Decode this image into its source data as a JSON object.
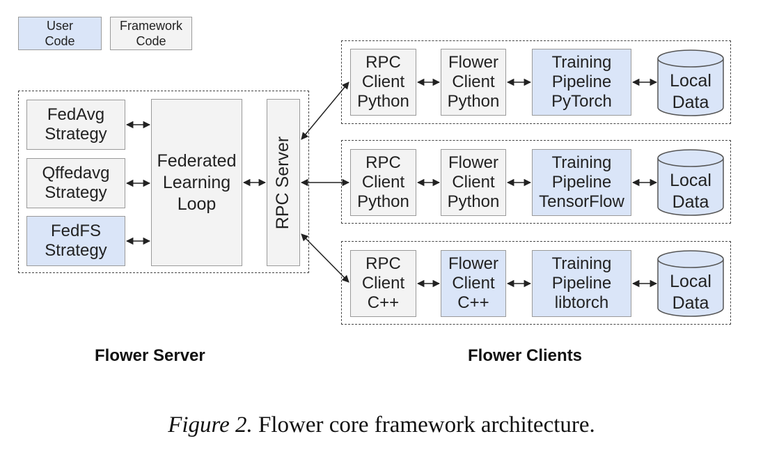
{
  "legend": {
    "user_code": "User\nCode",
    "framework_code": "Framework\nCode"
  },
  "colors": {
    "user_code_fill": "#dae5f8",
    "framework_code_fill": "#f3f3f3",
    "border": "#9a9a9a"
  },
  "server": {
    "strategies": [
      {
        "label": "FedAvg\nStrategy",
        "kind": "framework"
      },
      {
        "label": "Qffedavg\nStrategy",
        "kind": "framework"
      },
      {
        "label": "FedFS\nStrategy",
        "kind": "user"
      }
    ],
    "loop": "Federated\nLearning\nLoop",
    "rpc_server": "RPC Server",
    "caption": "Flower Server"
  },
  "clients": {
    "rows": [
      {
        "rpc": "RPC\nClient\nPython",
        "flower": "Flower\nClient\nPython",
        "flower_kind": "framework",
        "pipeline": "Training\nPipeline\nPyTorch",
        "data": "Local\nData"
      },
      {
        "rpc": "RPC\nClient\nPython",
        "flower": "Flower\nClient\nPython",
        "flower_kind": "framework",
        "pipeline": "Training\nPipeline\nTensorFlow",
        "data": "Local\nData"
      },
      {
        "rpc": "RPC\nClient\nC++",
        "flower": "Flower\nClient\nC++",
        "flower_kind": "user",
        "pipeline": "Training\nPipeline\nlibtorch",
        "data": "Local\nData"
      }
    ],
    "caption": "Flower Clients"
  },
  "figure_caption": {
    "label": "Figure 2.",
    "text": " Flower core framework architecture."
  }
}
